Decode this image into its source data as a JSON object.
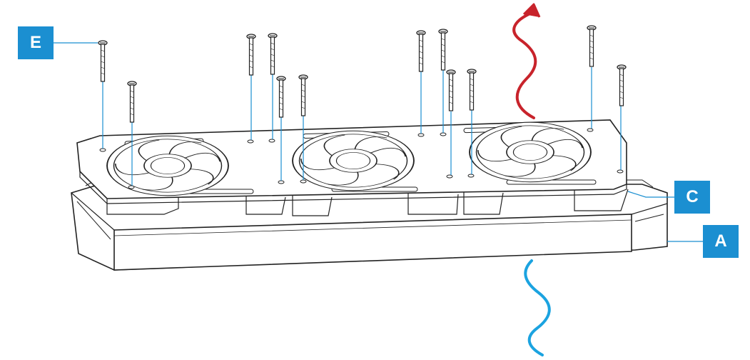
{
  "callouts": {
    "e": "E",
    "c": "C",
    "a": "A"
  },
  "colors": {
    "callout": "#1b8fd1",
    "leader_line": "#1b8fd1",
    "hot_air_arrow": "#c8232b",
    "cool_air_arrow": "#1ba3e0",
    "outline": "#222222"
  },
  "icons": {
    "hot_air": "wavy-arrow-up-icon",
    "cool_air": "wavy-line-icon",
    "screw": "screw-icon"
  }
}
